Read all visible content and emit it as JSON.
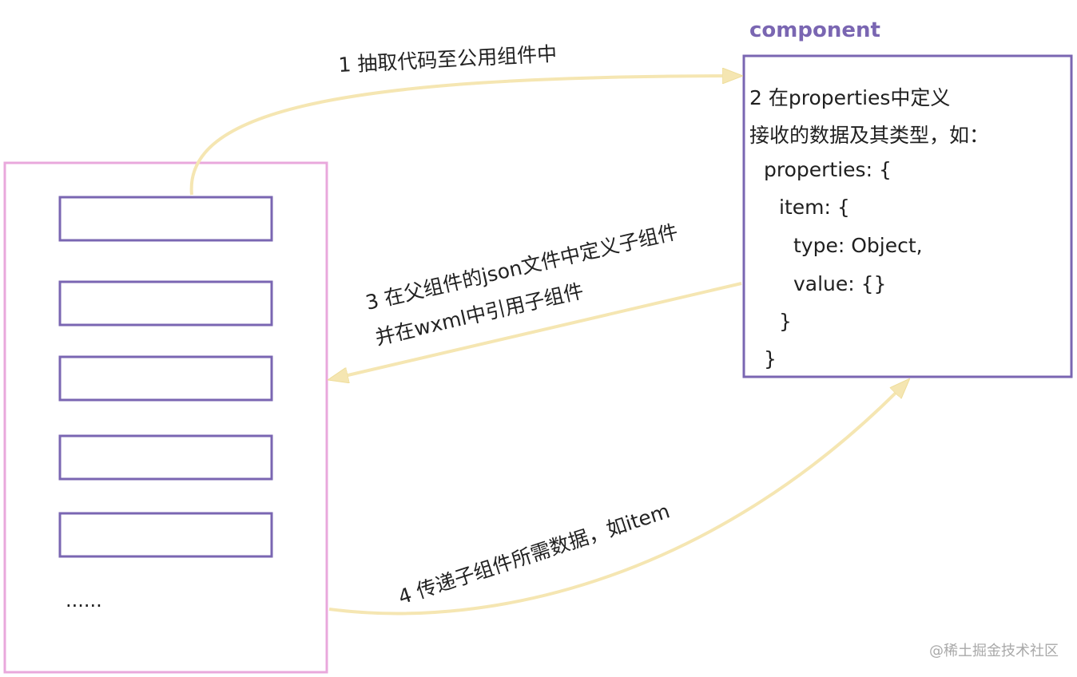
{
  "component": {
    "title": "component",
    "lines": [
      "2 在properties中定义",
      "接收的数据及其类型，如：",
      "properties: {",
      "item: {",
      "type: Object,",
      "value: {}",
      "}",
      "}"
    ]
  },
  "parent": {
    "ellipsis": "......"
  },
  "steps": {
    "step1": "1 抽取代码至公用组件中",
    "step3_line1": "3 在父组件的json文件中定义子组件",
    "step3_line2": "并在wxml中引用子组件",
    "step4": "4 传递子组件所需数据，如item"
  },
  "watermark": "@稀土掘金技术社区",
  "colors": {
    "parent_border": "#e9a8dc",
    "item_border": "#7a66b2",
    "component_border": "#7a66b2",
    "title_color": "#7a66b2",
    "arrow_color": "#f5e6b2",
    "watermark_color": "#a9a9a9"
  }
}
